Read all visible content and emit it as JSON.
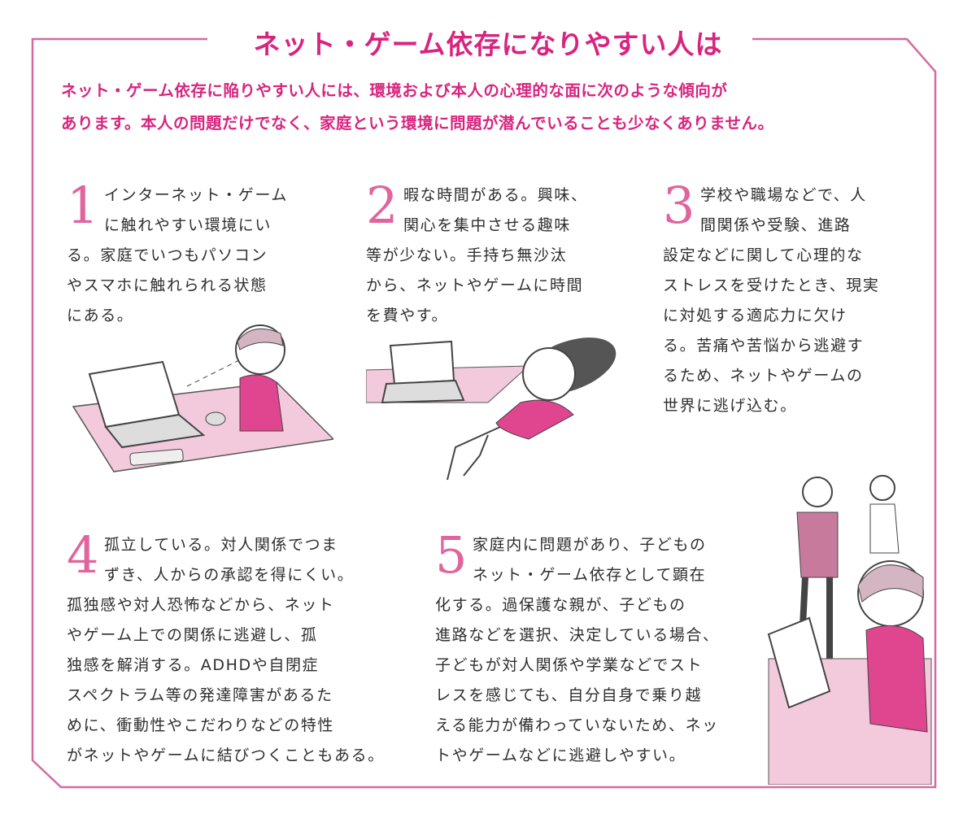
{
  "title": "ネット・ゲーム依存になりやすい人は",
  "intro": [
    "ネット・ゲーム依存に陥りやすい人には、環境および本人の心理的な面に次のような傾向が",
    "あります。本人の問題だけでなく、家庭という環境に問題が潜んでいることも少なくありません。"
  ],
  "items": [
    {
      "number": "1",
      "lines": [
        "インターネット・ゲーム",
        "に触れやすい環境にい",
        "る。家庭でいつもパソコン",
        "やスマホに触れられる状態",
        "にある。"
      ]
    },
    {
      "number": "2",
      "lines": [
        "暇な時間がある。興味、",
        "関心を集中させる趣味",
        "等が少ない。手持ち無沙汰",
        "から、ネットやゲームに時間",
        "を費やす。"
      ]
    },
    {
      "number": "3",
      "lines": [
        "学校や職場などで、人",
        "間関係や受験、進路",
        "設定などに関して心理的な",
        "ストレスを受けたとき、現実",
        "に対処する適応力に欠け",
        "る。苦痛や苦悩から逃避す",
        "るため、ネットやゲームの",
        "世界に逃げ込む。"
      ]
    },
    {
      "number": "4",
      "lines": [
        "孤立している。対人関係でつま",
        "ずき、人からの承認を得にくい。",
        "孤独感や対人恐怖などから、ネット",
        "やゲーム上での関係に逃避し、孤",
        "独感を解消する。ADHDや自閉症",
        "スペクトラム等の発達障害があるた",
        "めに、衝動性やこだわりなどの特性",
        "がネットやゲームに結びつくこともある。"
      ]
    },
    {
      "number": "5",
      "lines": [
        "家庭内に問題があり、子どもの",
        "ネット・ゲーム依存として顕在",
        "化する。過保護な親が、子どもの",
        "進路などを選択、決定している場合、",
        "子どもが対人関係や学業などでスト",
        "レスを感じても、自分自身で乗り越",
        "える能力が備わっていないため、ネッ",
        "トやゲームなどに逃避しやすい。"
      ]
    }
  ],
  "colors": {
    "accent": "#d8247f",
    "frame": "#d46aa3",
    "number": "#e0649d",
    "pink_fill": "#f3c9dc",
    "shirt": "#e0458f"
  }
}
